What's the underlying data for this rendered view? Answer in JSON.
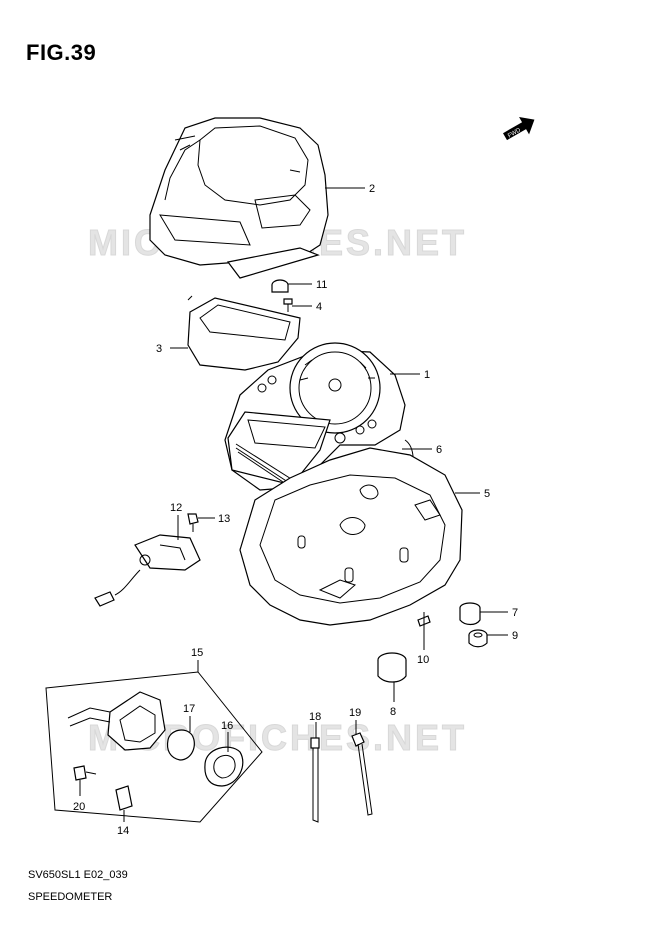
{
  "figure_label": "FIG.39",
  "fwd_badge": "FWD",
  "watermark": "MICROFICHES.NET",
  "footer": {
    "code": "SV650SL1 E02_039",
    "name": "SPEEDOMETER"
  },
  "callouts": [
    "1",
    "2",
    "3",
    "4",
    "5",
    "6",
    "7",
    "8",
    "9",
    "10",
    "11",
    "12",
    "13",
    "14",
    "15",
    "16",
    "17",
    "18",
    "19",
    "20"
  ]
}
